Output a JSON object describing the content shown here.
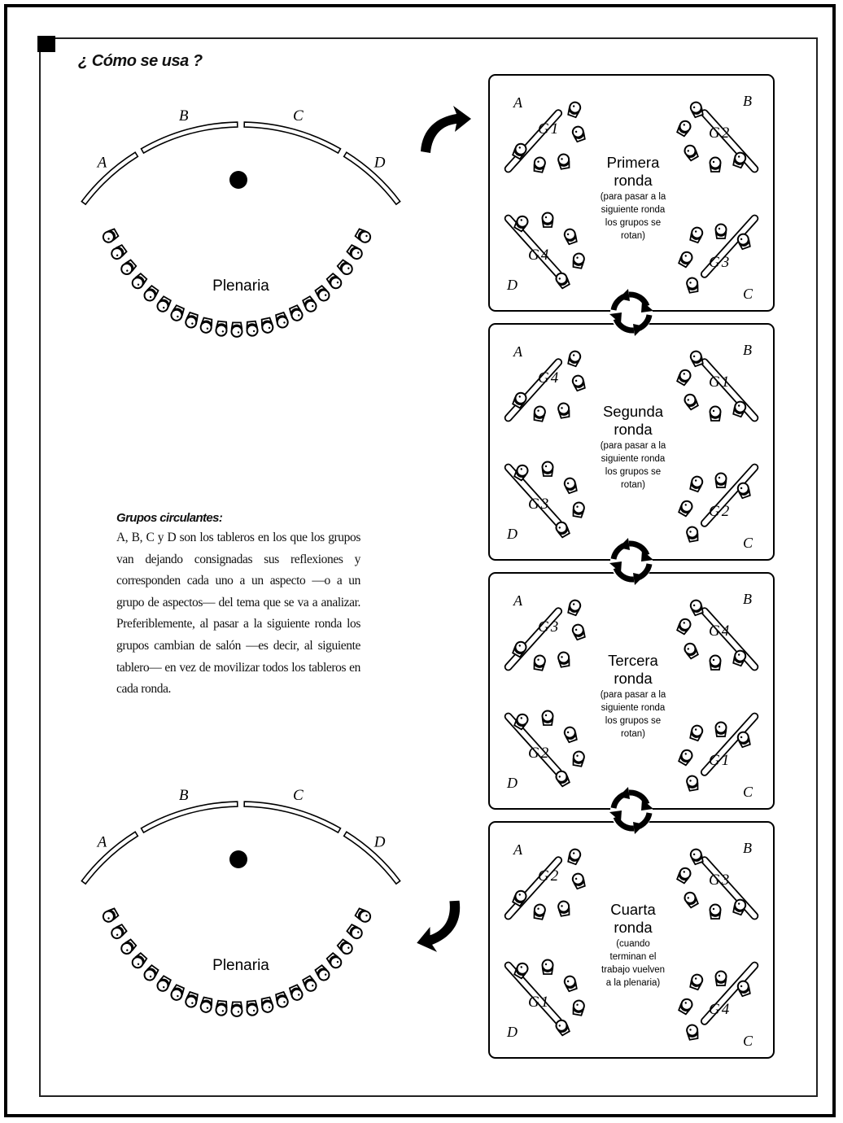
{
  "heading": "¿ Cómo se usa ?",
  "plenary": {
    "boards": [
      "A",
      "B",
      "C",
      "D"
    ],
    "label": "Plenaria"
  },
  "description": {
    "title": "Grupos circulantes:",
    "body": "A, B, C y D son los tableros en los que los grupos van dejando consignadas sus reflexiones y corresponden cada uno a un aspecto —o a un grupo de aspectos— del tema que se va a analizar. Preferiblemente, al pasar a la siguiente ronda los grupos cambian de salón —es decir, al siguiente tablero— en vez de movilizar todos los tableros en cada ronda."
  },
  "rounds": [
    {
      "title": [
        "Primera",
        "ronda"
      ],
      "note": [
        "(para pasar a la",
        "siguiente ronda",
        "los grupos se",
        "rotan)"
      ],
      "groups": {
        "A": "G1",
        "B": "G2",
        "C": "G3",
        "D": "G4"
      }
    },
    {
      "title": [
        "Segunda",
        "ronda"
      ],
      "note": [
        "(para pasar a la",
        "siguiente ronda",
        "los grupos se",
        "rotan)"
      ],
      "groups": {
        "A": "G4",
        "B": "G1",
        "C": "G2",
        "D": "G3"
      }
    },
    {
      "title": [
        "Tercera",
        "ronda"
      ],
      "note": [
        "(para pasar a la",
        "siguiente ronda",
        "los grupos se",
        "rotan)"
      ],
      "groups": {
        "A": "G3",
        "B": "G4",
        "C": "G1",
        "D": "G2"
      }
    },
    {
      "title": [
        "Cuarta",
        "ronda"
      ],
      "note": [
        "(cuando",
        "terminan el",
        "trabajo vuelven",
        "a la plenaria)"
      ],
      "groups": {
        "A": "G2",
        "B": "G3",
        "C": "G4",
        "D": "G1"
      }
    }
  ],
  "board_letters": [
    "A",
    "B",
    "C",
    "D"
  ]
}
